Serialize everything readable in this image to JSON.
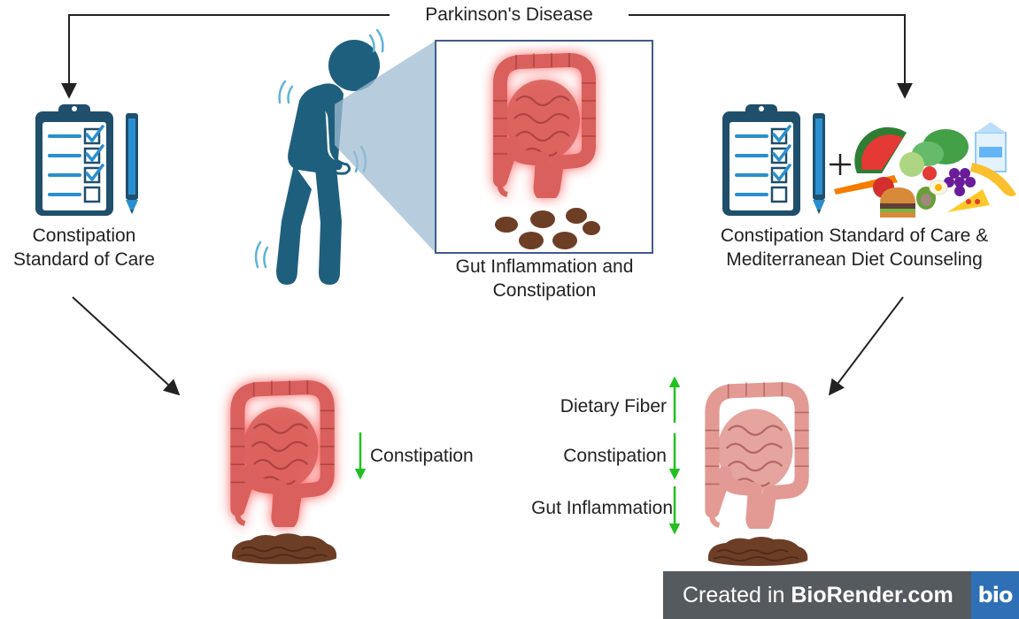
{
  "title": "Parkinson's Disease",
  "left_branch": {
    "line1": "Constipation",
    "line2": "Standard of Care"
  },
  "center_panel": {
    "line1": "Gut Inflammation and",
    "line2": "Constipation"
  },
  "right_branch": {
    "line1": "Constipation Standard of Care &",
    "line2": "Mediterranean Diet Counseling"
  },
  "left_outcome": {
    "label": "Constipation",
    "direction": "down"
  },
  "right_outcomes": [
    {
      "label": "Dietary Fiber",
      "direction": "up"
    },
    {
      "label": "Constipation",
      "direction": "down"
    },
    {
      "label": "Gut Inflammation",
      "direction": "down"
    }
  ],
  "colors": {
    "figure": "#1f5f7e",
    "clipboard": "#1f4f6b",
    "check": "#2a8fd0",
    "inflamed_gut": "#d9605c",
    "healthy_gut": "#e39a94",
    "glow": "#ff4a4a",
    "stool": "#6d3e26",
    "arrow_green": "#22c022",
    "arrow": "#222222"
  },
  "watermark": {
    "prefix": "Created in",
    "brand": "BioRender.com",
    "logo": "bio"
  }
}
